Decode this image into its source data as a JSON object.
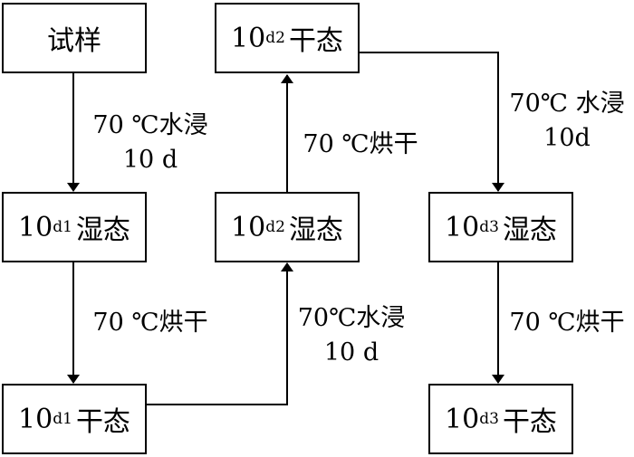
{
  "nodes": {
    "sample": {
      "text": "试样"
    },
    "dry_d2": {
      "num": "10",
      "sub": "d2",
      "state": "干态"
    },
    "wet_d1": {
      "num": "10",
      "sub": "d1",
      "state": "湿态"
    },
    "wet_d2": {
      "num": "10",
      "sub": "d2",
      "state": "湿态"
    },
    "wet_d3": {
      "num": "10",
      "sub": "d3",
      "state": "湿态"
    },
    "dry_d1": {
      "num": "10",
      "sub": "d1",
      "state": "干态"
    },
    "dry_d3": {
      "num": "10",
      "sub": "d3",
      "state": "干态"
    }
  },
  "edges": {
    "sample_to_wet_d1": {
      "line1": "70 ℃水浸",
      "line2": "10 d"
    },
    "wet_d1_to_dry_d1": {
      "line1": "70 ℃烘干"
    },
    "dry_d1_to_wet_d2": {
      "line1": "70℃水浸",
      "line2": "10 d"
    },
    "wet_d2_to_dry_d2": {
      "line1": "70 ℃烘干"
    },
    "dry_d2_to_wet_d3": {
      "line1": "70℃ 水浸",
      "line2": "10d"
    },
    "wet_d3_to_dry_d3": {
      "line1": "70 ℃烘干"
    }
  }
}
